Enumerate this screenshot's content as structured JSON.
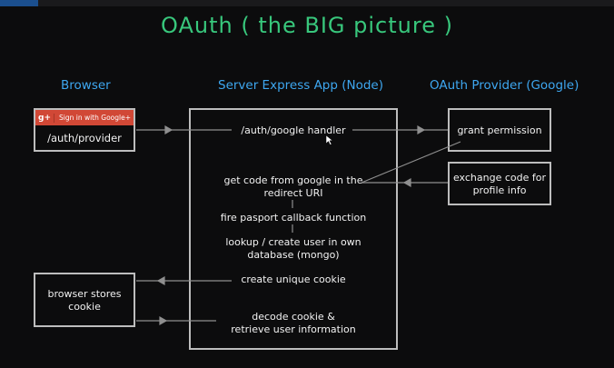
{
  "title": "OAuth ( the BIG picture )",
  "columns": {
    "browser": "Browser",
    "server": "Server Express App (Node)",
    "provider": "OAuth Provider (Google)"
  },
  "browser": {
    "signin_button": "Sign in with Google+",
    "signin_icon": "g+",
    "provider_path": "/auth/provider",
    "stores_cookie_line1": "browser stores",
    "stores_cookie_line2": "cookie"
  },
  "server": {
    "handler": "/auth/google handler",
    "get_code_line1": "get code from google in the",
    "get_code_line2": "redirect URI",
    "callback": "fire pasport callback function",
    "lookup_line1": "lookup / create user in own",
    "lookup_line2": "database (mongo)",
    "create_cookie": "create unique cookie",
    "decode_line1": "decode cookie &",
    "decode_line2": "retrieve user information"
  },
  "provider": {
    "grant": "grant permission",
    "exchange_line1": "exchange code for",
    "exchange_line2": "profile info"
  },
  "colors": {
    "title": "#38c77c",
    "column_heading": "#3ea7f0",
    "box_border": "#bdbdbd",
    "google_red": "#d14836",
    "background": "#0c0c0d"
  }
}
